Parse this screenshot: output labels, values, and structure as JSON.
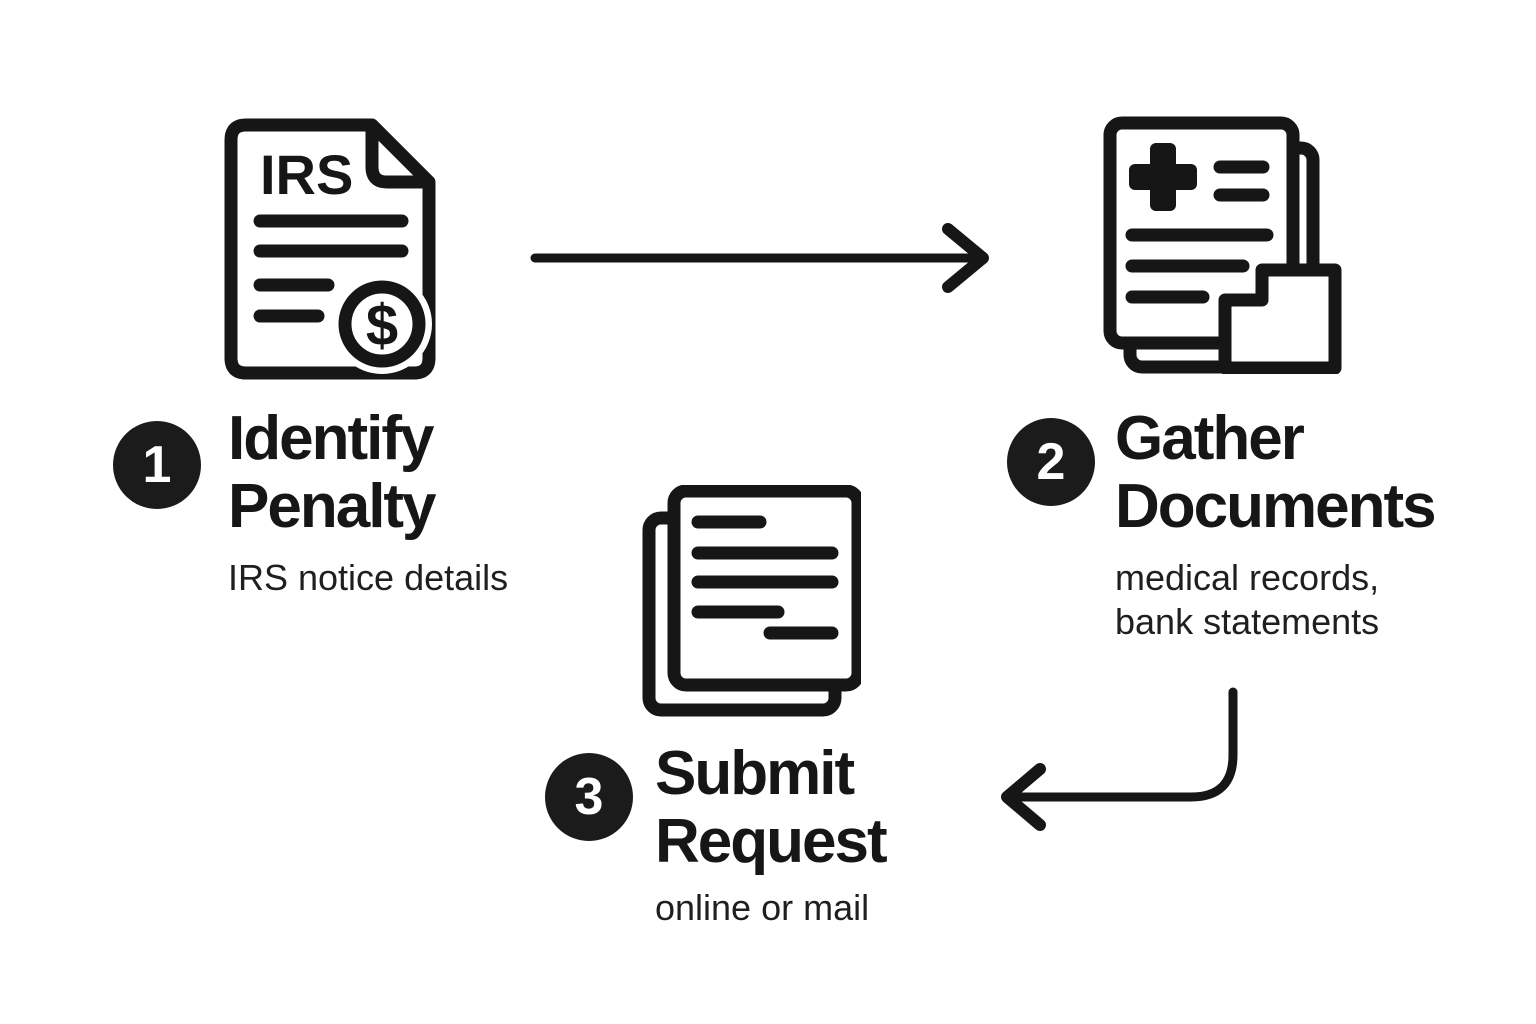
{
  "ui": {
    "background": "#ffffff",
    "ink": "#161616",
    "badge_fill": "#1b1b1b",
    "badge_text_color": "#ffffff"
  },
  "diagram": {
    "type": "process-flow",
    "steps": [
      {
        "number": "1",
        "title": "Identify\nPenalty",
        "subtitle": "IRS notice details",
        "icon": "irs-notice-document-icon"
      },
      {
        "number": "2",
        "title": "Gather\nDocuments",
        "subtitle": "medical records,\nbank statements",
        "icon": "medical-records-folder-icon"
      },
      {
        "number": "3",
        "title": "Submit\nRequest",
        "subtitle": "online or mail",
        "icon": "stacked-papers-icon"
      }
    ],
    "connectors": [
      {
        "from": "step-1",
        "to": "step-2",
        "direction": "right"
      },
      {
        "from": "step-2",
        "to": "step-3",
        "direction": "down-then-left"
      }
    ]
  },
  "icons": {
    "irs_document": {
      "label": "IRS",
      "dollar_symbol": "$"
    }
  }
}
